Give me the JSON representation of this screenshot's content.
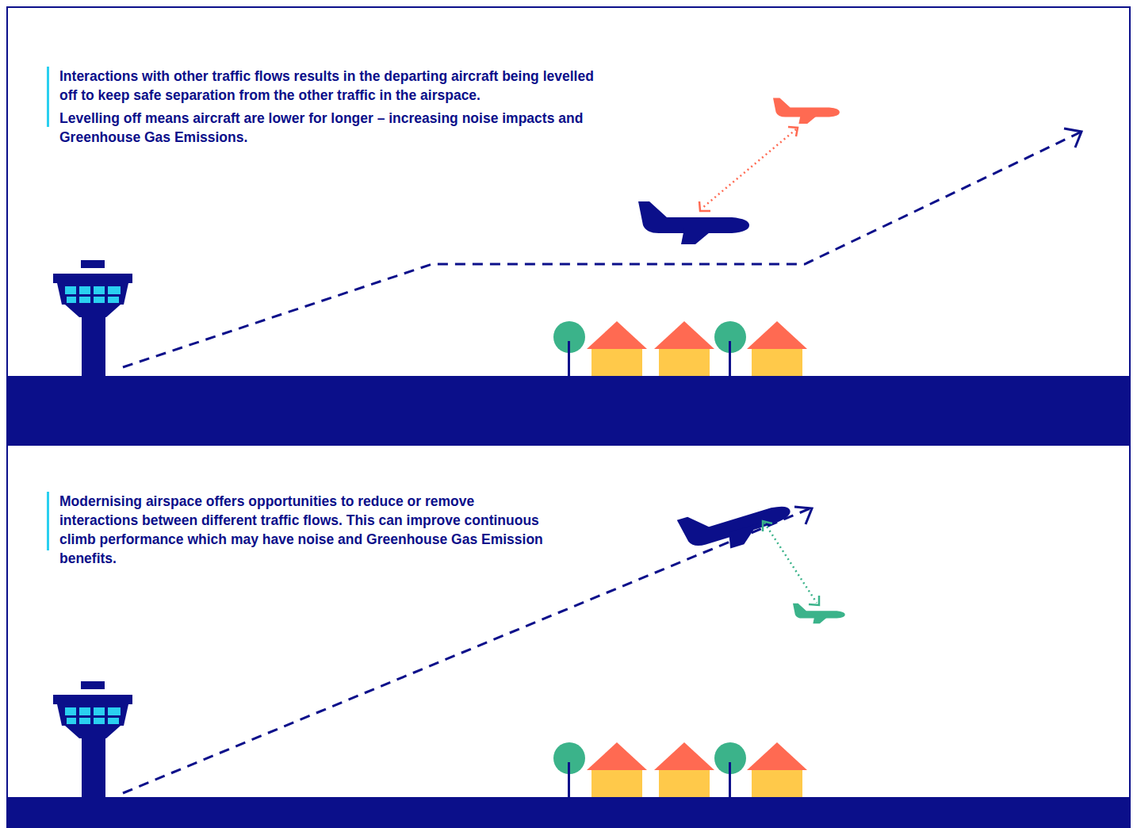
{
  "diagram": {
    "labels": [
      "Interactions with other traffic flows results in the departing aircraft being levelled off to keep safe separation from the other traffic in the airspace.",
      "Levelling off means aircraft are lower for longer – increasing noise impacts and Greenhouse Gas Emissions.",
      "Modernising airspace offers opportunities to reduce or remove interactions between different traffic flows. This can improve continuous climb performance which may have noise and Greenhouse Gas Emission benefits."
    ]
  }
}
